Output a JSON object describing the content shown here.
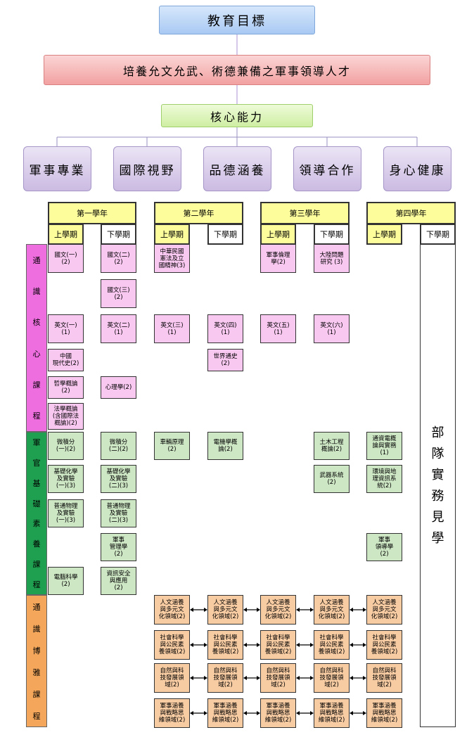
{
  "title": "教育目標",
  "goal": "培養允文允武、術德兼備之軍事領導人才",
  "core_title": "核心能力",
  "core_abilities": [
    "軍事專業",
    "國際視野",
    "品德涵養",
    "領導合作",
    "身心健康"
  ],
  "years": [
    "第一學年",
    "第二學年",
    "第三學年",
    "第四學年"
  ],
  "semesters": [
    "上學期",
    "下學期"
  ],
  "categories": [
    {
      "name": "通識核心課程",
      "chars": [
        "通",
        "識",
        "核",
        "心",
        "課",
        "程"
      ]
    },
    {
      "name": "軍官基礎素養課程",
      "chars": [
        "軍",
        "官",
        "基",
        "礎",
        "素",
        "養",
        "課",
        "程"
      ]
    },
    {
      "name": "通識博雅課程",
      "chars": [
        "通",
        "識",
        "博",
        "雅",
        "課",
        "程"
      ]
    }
  ],
  "practice": {
    "name": "部隊實務見學",
    "chars": [
      "部",
      "隊",
      "實",
      "務",
      "見",
      "學"
    ]
  },
  "courses": {
    "c1": "國文(一)\n(2)",
    "c2": "國文(二)\n(2)",
    "c3": "國文(三)\n(2)",
    "c4": "中華民國\n憲法及立\n國精神(3)",
    "c5": "軍事倫理\n學(2)",
    "c6": "大陸問題\n研究 (3)",
    "c7": "英文(一)\n(1)",
    "c8": "英文(二)\n(1)",
    "c9": "英文(三)\n(1)",
    "c10": "英文(四)\n(1)",
    "c11": "英文(五)\n(1)",
    "c12": "英文(六)\n(1)",
    "c13": "中國\n現代史(2)",
    "c14": "世界通史\n(2)",
    "c15": "哲學概論\n(2)",
    "c16": "心理學(2)",
    "c17": "法學概論\n(含國際法\n概論)(2)",
    "m1": "微積分\n(一)(2)",
    "m2": "微積分\n(二)(2)",
    "m3": "車輛原理\n(2)",
    "m4": "電機學概\n論(2)",
    "m5": "土木工程\n概論(2)",
    "m6": "通資電概\n論與實務\n(1)",
    "m7": "基礎化學\n及實驗\n(一)(3)",
    "m8": "基礎化學\n及實驗\n(二)(3)",
    "m9": "武器系統\n(2)",
    "m10": "環境與地\n理資訊系\n統(2)",
    "m11": "普通物理\n及實驗\n(一)(3)",
    "m12": "普通物理\n及實驗\n(二)(3)",
    "m13": "軍事\n管理學\n(2)",
    "m14": "軍事\n領導學\n(2)",
    "m15": "電腦科學\n(2)",
    "m16": "資訊安全\n與應用\n(2)",
    "l1": "人文涵養\n與多元文\n化領域(2)",
    "l2": "社會科學\n與公民素\n養領域(2)",
    "l3": "自然與科\n技發展領\n域(2)",
    "l4": "軍事涵養\n與戰略思\n維領域(2)"
  }
}
